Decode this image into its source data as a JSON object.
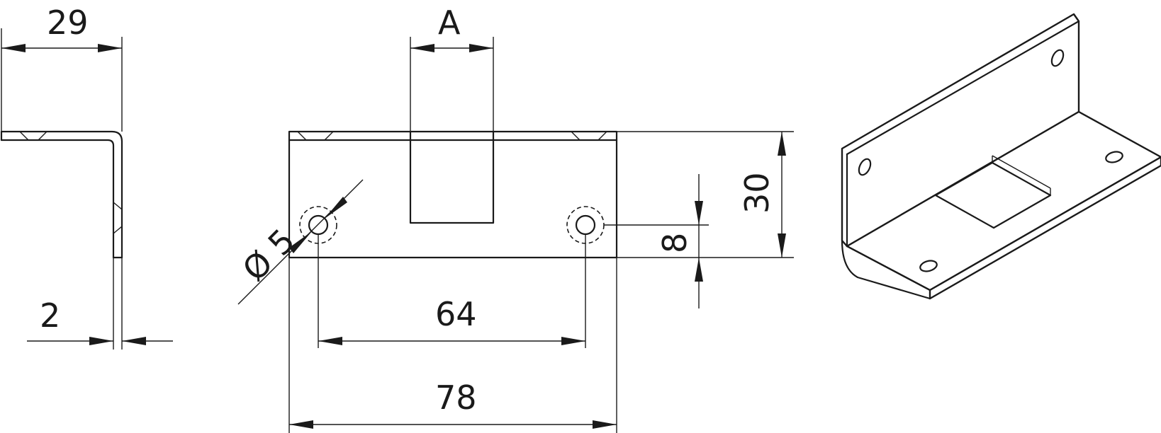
{
  "dimensions": {
    "width_29": "29",
    "thickness_2": "2",
    "cutout_a": "A",
    "diameter_5": "Ø 5",
    "hole_spacing_64": "64",
    "length_78": "78",
    "height_30": "30",
    "hole_height_8": "8"
  }
}
